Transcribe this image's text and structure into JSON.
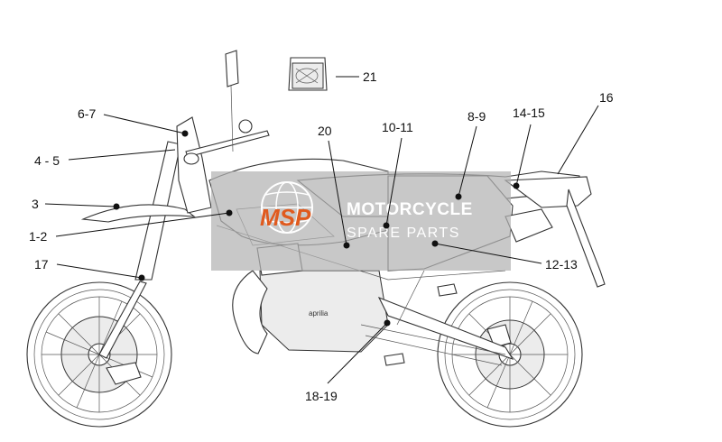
{
  "callouts": [
    {
      "id": "21",
      "label": "21"
    },
    {
      "id": "16",
      "label": "16"
    },
    {
      "id": "6-7",
      "label": "6-7"
    },
    {
      "id": "14-15",
      "label": "14-15"
    },
    {
      "id": "8-9",
      "label": "8-9"
    },
    {
      "id": "10-11",
      "label": "10-11"
    },
    {
      "id": "20",
      "label": "20"
    },
    {
      "id": "4-5",
      "label": "4 - 5"
    },
    {
      "id": "3",
      "label": "3"
    },
    {
      "id": "1-2",
      "label": "1-2"
    },
    {
      "id": "12-13",
      "label": "12-13"
    },
    {
      "id": "17",
      "label": "17"
    },
    {
      "id": "18-19",
      "label": "18-19"
    }
  ],
  "watermark": {
    "logo_text": "MSP",
    "title": "MOTORCYCLE",
    "subtitle": "SPARE PARTS"
  },
  "engine_branding": "aprilia",
  "colors": {
    "line": "#111111",
    "watermark_box": "#b3b3b3",
    "watermark_logo": "#e05a1e",
    "watermark_text": "#ffffff"
  }
}
